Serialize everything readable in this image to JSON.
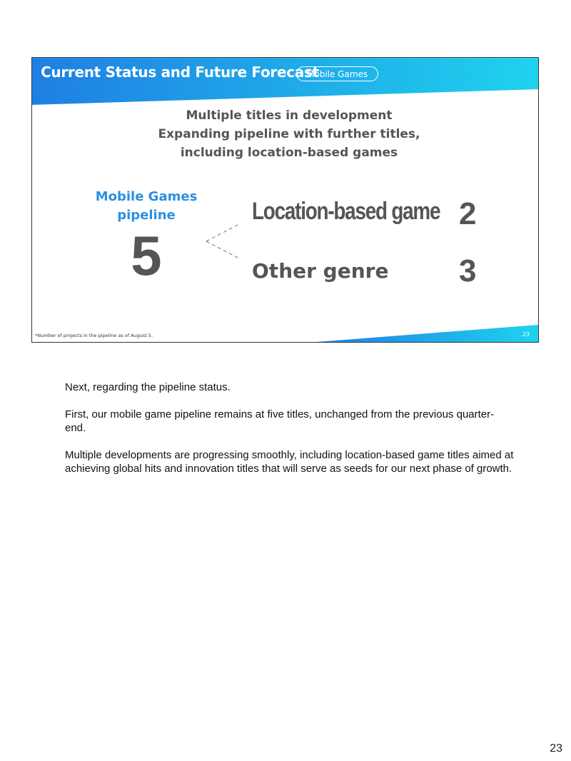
{
  "slide": {
    "title": "Current Status and Future Forecast",
    "tag": "Mobile Games",
    "headline": [
      "Multiple titles in development",
      "Expanding pipeline with further titles,",
      "including location-based games"
    ],
    "pipeline_label": [
      "Mobile Games",
      "pipeline"
    ],
    "pipeline_total": "5",
    "genres": [
      {
        "name": "Location-based game",
        "count": "2"
      },
      {
        "name": "Other genre",
        "count": "3"
      }
    ],
    "footnote": "*Number of projects in the pipeline as of August 5.",
    "slide_number": "23",
    "colors": {
      "accent_blue": "#2d8fe0",
      "gradient_start": "#1f7fe3",
      "gradient_end": "#1fd2ee",
      "text_gray": "#555555"
    }
  },
  "notes": [
    "Next, regarding the pipeline status.",
    "First, our mobile game pipeline remains at five titles, unchanged from the previous quarter-end.",
    "Multiple developments are progressing smoothly, including location-based game titles aimed at achieving global hits and innovation titles that will serve as seeds for our next phase of growth."
  ],
  "page_number": "23"
}
